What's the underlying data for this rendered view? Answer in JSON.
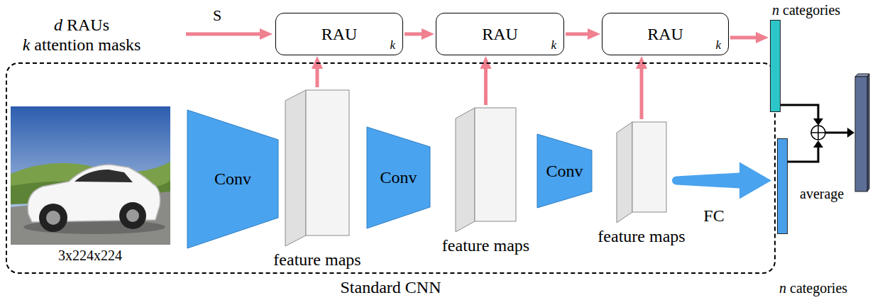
{
  "diagram": {
    "nodes": [
      {
        "text": [
          "Standard CNN"
        ]
      },
      {
        "text": [
          "RAU",
          "k"
        ]
      },
      {
        "text": [
          "RAU",
          "k"
        ]
      },
      {
        "text": [
          "RAU",
          "k"
        ]
      },
      {
        "text": [
          "Conv"
        ],
        "in": 0
      },
      {
        "text": [
          "feature maps"
        ],
        "in": 0
      },
      {
        "text": [
          "Conv"
        ],
        "in": 0
      },
      {
        "text": [
          "feature maps"
        ],
        "in": 0
      },
      {
        "text": [
          "Conv"
        ],
        "in": 0
      },
      {
        "text": [
          "feature maps"
        ],
        "in": 0
      },
      {
        "text": [
          "n categories"
        ]
      },
      {
        "text": [
          "n categories"
        ]
      }
    ],
    "edges": [
      {
        "from": 1,
        "to": 2,
        "arrow": "to"
      },
      {
        "from": 2,
        "to": 3,
        "arrow": "to"
      },
      {
        "from": 3,
        "to": 10,
        "arrow": "to"
      },
      {
        "from": 5,
        "to": 1,
        "arrow": "to"
      },
      {
        "from": 7,
        "to": 2,
        "arrow": "to"
      },
      {
        "from": 9,
        "to": 3,
        "arrow": "to"
      },
      {
        "from": 9,
        "to": 11,
        "label": "FC",
        "arrow": "to"
      }
    ],
    "labels": [
      "d RAUs",
      "k attention masks",
      "S",
      "3x224x224",
      "average"
    ]
  }
}
